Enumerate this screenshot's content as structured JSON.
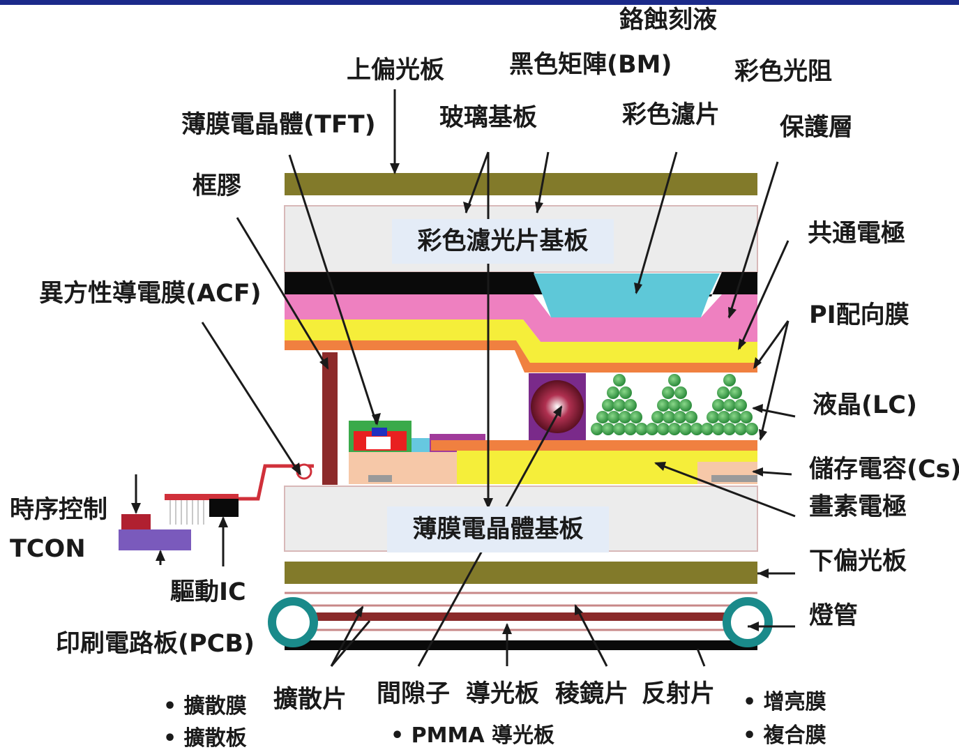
{
  "labels": {
    "etchant": "鉻蝕刻液",
    "upper_polarizer": "上偏光板",
    "black_matrix": "黑色矩陣(BM)",
    "color_resist": "彩色光阻",
    "tft": "薄膜電晶體(TFT)",
    "glass_substrate": "玻璃基板",
    "color_filter": "彩色濾片",
    "overcoat": "保護層",
    "sealant": "框膠",
    "common_electrode": "共通電極",
    "acf": "異方性導電膜(ACF)",
    "pi_alignment": "PI配向膜",
    "liquid_crystal": "液晶(LC)",
    "storage_capacitor": "儲存電容(Cs)",
    "pixel_electrode": "畫素電極",
    "tcon_1": "時序控制",
    "tcon_2": "TCON",
    "lower_polarizer": "下偏光板",
    "driver_ic": "驅動IC",
    "lamp": "燈管",
    "pcb": "印刷電路板(PCB)",
    "diffuser_sheet": "擴散片",
    "spacer": "間隙子",
    "light_guide": "導光板",
    "prism_sheet": "稜鏡片",
    "reflector": "反射片",
    "cf_substrate": "彩色濾光片基板",
    "tft_substrate": "薄膜電晶體基板"
  },
  "notes": {
    "left": [
      "• 擴散膜",
      "• 擴散板"
    ],
    "middle": "• PMMA 導光板",
    "right": [
      "• 增亮膜",
      "• 複合膜"
    ]
  },
  "colors": {
    "polarizer": "#827a2a",
    "glass": "#ececec",
    "black_matrix": "#0a0a0a",
    "color_filter": "#5ec8d8",
    "color_resist": "#ee80c0",
    "overcoat": "#f5ee3a",
    "electrode": "#f08040",
    "sealant": "#8c2a2a",
    "liquid_crystal": "#3aa84a",
    "lamp": "#1a8a8a",
    "tcon": "#7a5abc",
    "title_bar": "#1b2a8a"
  }
}
